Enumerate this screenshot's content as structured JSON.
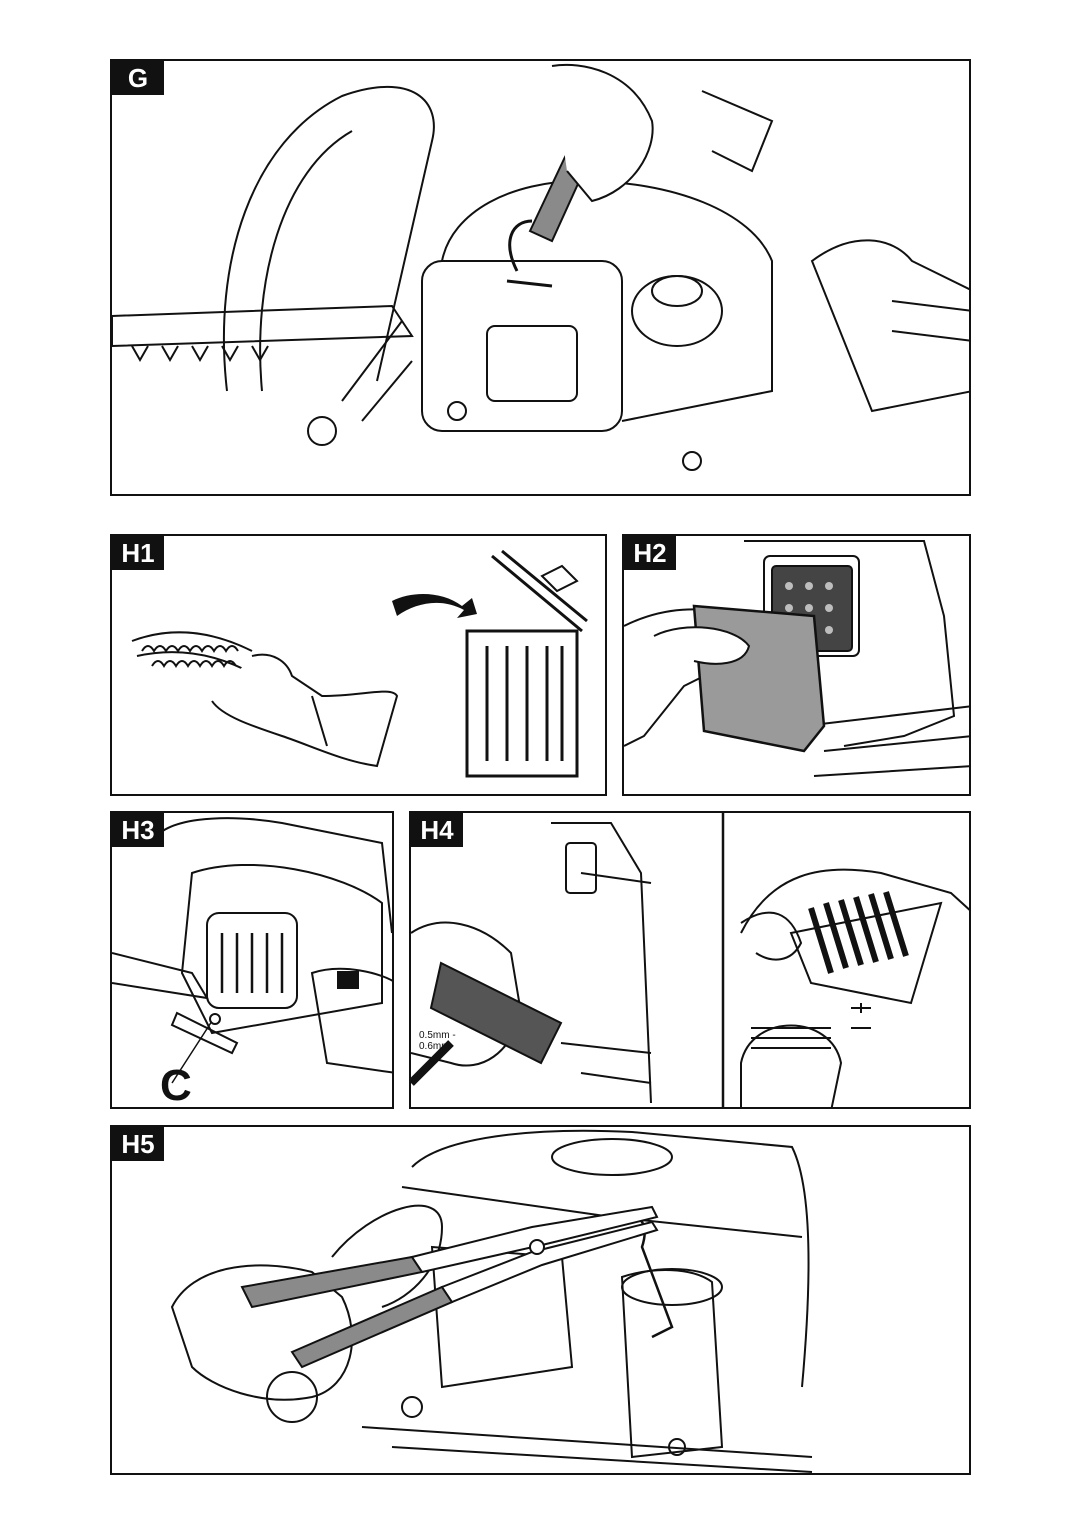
{
  "panels": {
    "g": {
      "label": "G"
    },
    "h1": {
      "label": "H1"
    },
    "h2": {
      "label": "H2"
    },
    "h3": {
      "label": "H3",
      "callout": "C"
    },
    "h4": {
      "label": "H4",
      "gap_min": "0.5mm -",
      "gap_max": "0.6mm"
    },
    "h5": {
      "label": "H5"
    }
  },
  "colors": {
    "ink": "#111111",
    "tool_grey": "#8a8a8a",
    "filter_grey": "#9a9a9a",
    "background": "#ffffff"
  }
}
